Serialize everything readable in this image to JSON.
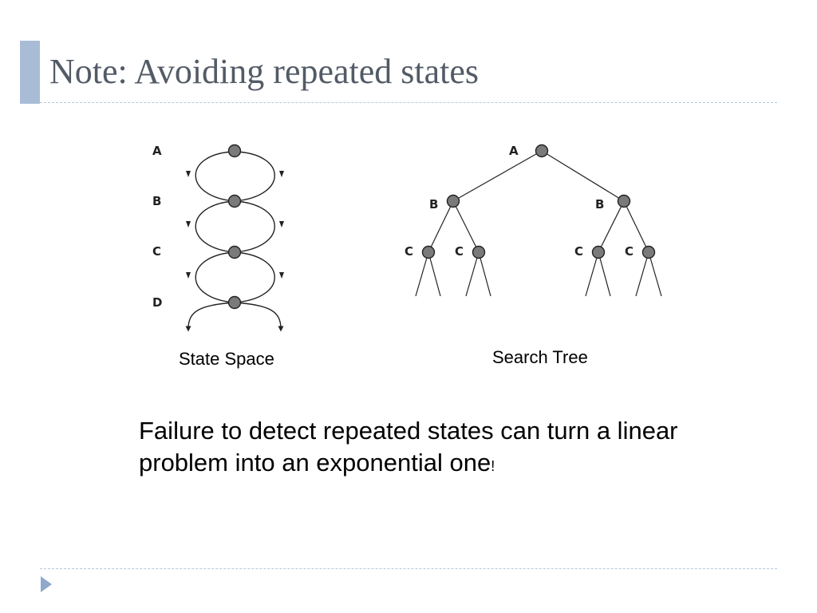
{
  "slide": {
    "title": "Note: Avoiding repeated states",
    "accent_color": "#a9bcd6",
    "rule_color": "#b8c9dd"
  },
  "state_space": {
    "caption": "State Space",
    "labels": [
      "A",
      "B",
      "C",
      "D"
    ]
  },
  "search_tree": {
    "caption": "Search Tree",
    "root_label": "A",
    "level2_labels": [
      "B",
      "B"
    ],
    "level3_labels": [
      "C",
      "C",
      "C",
      "C"
    ]
  },
  "note": {
    "text": "Failure to detect repeated states can turn a linear problem into an exponential one",
    "tail": "!"
  },
  "navigation": {
    "next_icon": "next-slide-arrow-icon"
  }
}
